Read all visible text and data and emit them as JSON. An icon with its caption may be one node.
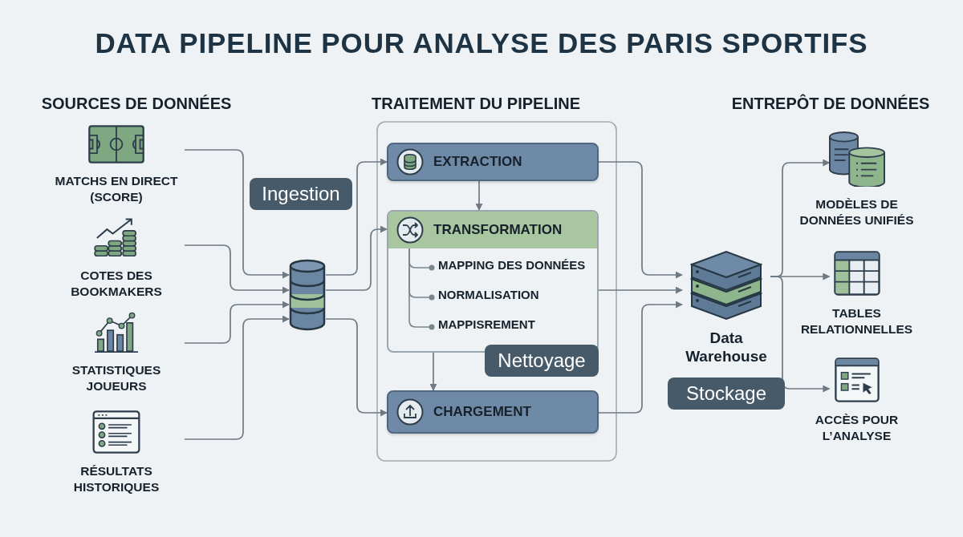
{
  "diagram": {
    "title": "DATA PIPELINE POUR ANALYSE DES PARIS SPORTIFS",
    "nodes": [
      {
        "text": [
          "MATCHS EN DIRECT (SCORE)"
        ]
      },
      {
        "text": [
          "COTES DES BOOKMAKERS"
        ]
      },
      {
        "text": [
          "STATISTIQUES JOUEURS"
        ]
      },
      {
        "text": [
          "RÉSULTATS HISTORIQUES"
        ]
      },
      {
        "text": [],
        "shape": "cylinder"
      },
      {
        "text": [
          "EXTRACTION"
        ]
      },
      {
        "text": [
          "TRANSFORMATION",
          "MAPPING DES DONNÉES",
          "NORMALISATION",
          "MAPPISREMENT"
        ]
      },
      {
        "text": [
          "CHARGEMENT"
        ]
      },
      {
        "text": [
          "Data Warehouse"
        ]
      },
      {
        "text": [
          "MODÈLES DE DONNÉES UNIFIÉS"
        ]
      },
      {
        "text": [
          "TABLES RELATIONNELLES"
        ]
      },
      {
        "text": [
          "ACCÈS POUR L’ANALYSE"
        ]
      }
    ],
    "edges": [
      {
        "from": 0,
        "to": 4,
        "arrow": "to"
      },
      {
        "from": 1,
        "to": 4,
        "arrow": "to"
      },
      {
        "from": 2,
        "to": 4,
        "arrow": "to"
      },
      {
        "from": 3,
        "to": 4,
        "arrow": "to"
      },
      {
        "from": 4,
        "to": 5,
        "arrow": "to"
      },
      {
        "from": 4,
        "to": 6,
        "arrow": "to"
      },
      {
        "from": 4,
        "to": 7,
        "arrow": "to"
      },
      {
        "from": 5,
        "to": 6,
        "arrow": "to"
      },
      {
        "from": 6,
        "to": 7,
        "arrow": "to"
      },
      {
        "from": 5,
        "to": 8,
        "arrow": "to"
      },
      {
        "from": 6,
        "to": 8,
        "arrow": "to"
      },
      {
        "from": 7,
        "to": 8,
        "arrow": "to"
      },
      {
        "from": 8,
        "to": 9,
        "arrow": "to"
      },
      {
        "from": 8,
        "to": 10,
        "arrow": "to"
      },
      {
        "from": 8,
        "to": 11,
        "arrow": "to"
      }
    ],
    "labels": [
      "SOURCES DE DONNÉES",
      "TRAITEMENT DU PIPELINE",
      "ENTREPÔT DE DONNÉES",
      "Ingestion",
      "Nettoyage",
      "Stockage"
    ]
  }
}
